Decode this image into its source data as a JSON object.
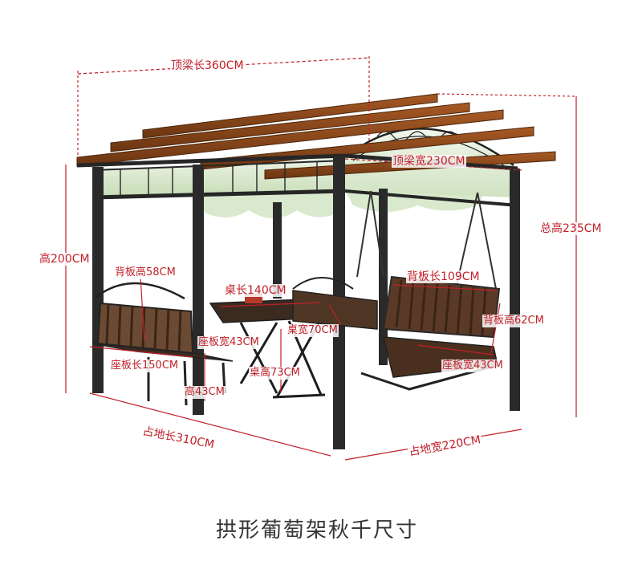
{
  "labels": {
    "top_beam_length": "顶梁长360CM",
    "top_beam_width": "顶梁宽230CM",
    "total_height": "总高235CM",
    "height": "高200CM",
    "backrest_height_bench": "背板高58CM",
    "table_length": "桌长140CM",
    "backrest_length_swing": "背板长109CM",
    "backrest_height_swing": "背板高62CM",
    "seat_width_bench": "座板宽43CM",
    "table_width": "桌宽70CM",
    "seat_length_bench": "座板长150CM",
    "table_height": "桌高73CM",
    "seat_width_swing": "座板宽43CM",
    "seat_height": "高43CM",
    "footprint_length": "占地长310CM",
    "footprint_width": "占地宽220CM"
  },
  "caption": "拱形葡萄架秋千尺寸",
  "colors": {
    "dimension": "#c0202a",
    "wood": "#8b4a1e",
    "iron": "#2a2a2a",
    "foliage": "#6fa35a"
  }
}
